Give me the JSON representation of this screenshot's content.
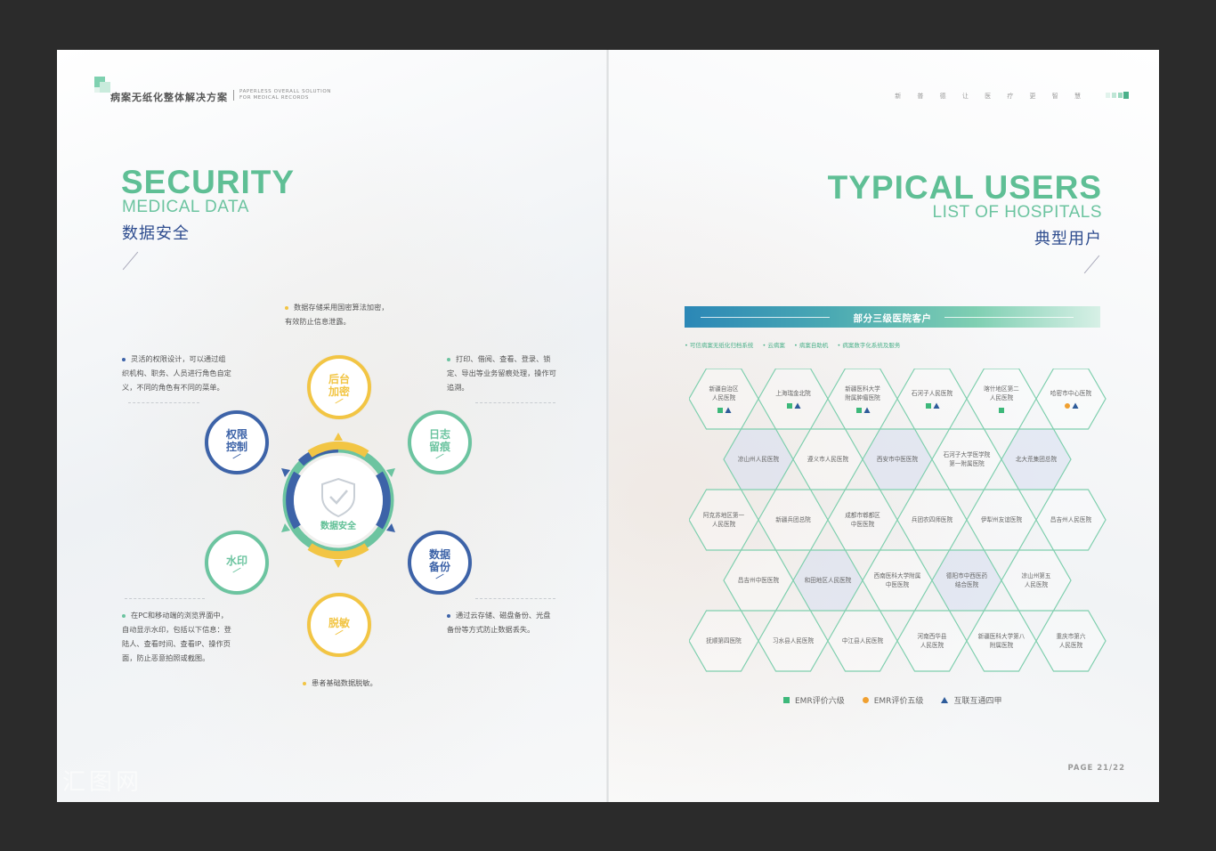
{
  "left": {
    "header": {
      "title": "病案无纸化整体解决方案",
      "en_line1": "PAPERLESS OVERALL SOLUTION",
      "en_line2": "FOR MEDICAL RECORDS"
    },
    "title": "SECURITY",
    "subtitle": "MEDICAL DATA",
    "cn_title": "数据安全",
    "center_label": "数据安全",
    "nodes": {
      "top": {
        "l1": "后台",
        "l2": "加密"
      },
      "left_top": {
        "l1": "权限",
        "l2": "控制"
      },
      "right_top": {
        "l1": "日志",
        "l2": "留痕"
      },
      "left_bottom": {
        "l1": "水印",
        "l2": ""
      },
      "right_bottom": {
        "l1": "数据",
        "l2": "备份"
      },
      "bottom": {
        "l1": "脱敏",
        "l2": ""
      }
    },
    "descriptions": {
      "encrypt": [
        "数据存储采用国密算法加密，",
        "有效防止信息泄露。"
      ],
      "permission": [
        "灵活的权限设计，可以通过组",
        "织机构、职务、人员进行角色自定",
        "义，不同的角色有不同的菜单。"
      ],
      "log": [
        "打印、借阅、查看、登录、锁",
        "定、导出等业务留痕处理，操作可",
        "追溯。"
      ],
      "watermark": [
        "在PC和移动端的浏览界面中，",
        "自动显示水印，包括以下信息：登",
        "陆人、查看时间、查看IP、操作页",
        "面，防止恶意拍照或截图。"
      ],
      "backup": [
        "通过云存储、磁盘备份、光盘",
        "备份等方式防止数据丢失。"
      ],
      "desensitize": [
        "患者基础数据脱敏。"
      ]
    },
    "watermark": "汇图网",
    "colors": {
      "green": "#5fbf95",
      "blue": "#3d63a8",
      "yellow": "#f2c544",
      "teal": "#6cc4a0"
    }
  },
  "right": {
    "header_text": "新 普 德 让 医 疗 更 智 慧",
    "title": "TYPICAL USERS",
    "subtitle": "LIST OF HOSPITALS",
    "cn_title": "典型用户",
    "banner": "部分三级医院客户",
    "tags": [
      "• 可信病案无纸化归档系统",
      "• 云病案",
      "• 病案自助机",
      "• 病案数字化系统及服务"
    ],
    "hospitals_row1": [
      {
        "name": [
          "新疆自治区",
          "人民医院"
        ],
        "marks": [
          "sq",
          "tri"
        ]
      },
      {
        "name": [
          "上海瑞金北院"
        ],
        "marks": [
          "sq",
          "tri"
        ]
      },
      {
        "name": [
          "新疆医科大学",
          "附属肿瘤医院"
        ],
        "marks": [
          "sq",
          "tri"
        ]
      },
      {
        "name": [
          "石河子人民医院"
        ],
        "marks": [
          "sq",
          "tri"
        ]
      },
      {
        "name": [
          "喀什地区第二",
          "人民医院"
        ],
        "marks": [
          "sq"
        ]
      },
      {
        "name": [
          "哈密市中心医院"
        ],
        "marks": [
          "cir",
          "tri"
        ]
      }
    ],
    "hospitals_row2": [
      {
        "name": [
          "凉山州人民医院"
        ]
      },
      {
        "name": [
          "遵义市人民医院"
        ]
      },
      {
        "name": [
          "西安市中医医院"
        ]
      },
      {
        "name": [
          "石河子大学医学院",
          "第一附属医院"
        ]
      },
      {
        "name": [
          "北大荒集团总院"
        ]
      }
    ],
    "hospitals_row3": [
      {
        "name": [
          "阿克苏地区第一",
          "人民医院"
        ]
      },
      {
        "name": [
          "新疆兵团总院"
        ]
      },
      {
        "name": [
          "成都市郫都区",
          "中医医院"
        ]
      },
      {
        "name": [
          "兵团农四师医院"
        ]
      },
      {
        "name": [
          "伊犁州友谊医院"
        ]
      },
      {
        "name": [
          "昌吉州人民医院"
        ]
      }
    ],
    "hospitals_row4": [
      {
        "name": [
          "昌吉州中医医院"
        ]
      },
      {
        "name": [
          "和田地区人民医院"
        ]
      },
      {
        "name": [
          "西南医科大学附属",
          "中医医院"
        ]
      },
      {
        "name": [
          "德阳市中西医药",
          "结合医院"
        ]
      },
      {
        "name": [
          "凉山州第五",
          "人民医院"
        ]
      }
    ],
    "hospitals_row5": [
      {
        "name": [
          "抚顺第四医院"
        ]
      },
      {
        "name": [
          "习水县人民医院"
        ]
      },
      {
        "name": [
          "中江县人民医院"
        ]
      },
      {
        "name": [
          "河南西华县",
          "人民医院"
        ]
      },
      {
        "name": [
          "新疆医科大学第八",
          "附属医院"
        ]
      },
      {
        "name": [
          "重庆市第六",
          "人民医院"
        ]
      }
    ],
    "legend": [
      "EMR评价六级",
      "EMR评价五级",
      "互联互通四甲"
    ],
    "page": "PAGE 21/22",
    "colors": {
      "green": "#5fbf95",
      "square": "#3db87a",
      "circle": "#f0a030",
      "triangle": "#2e5c9a",
      "hex_stroke": "#7fcfae"
    }
  }
}
